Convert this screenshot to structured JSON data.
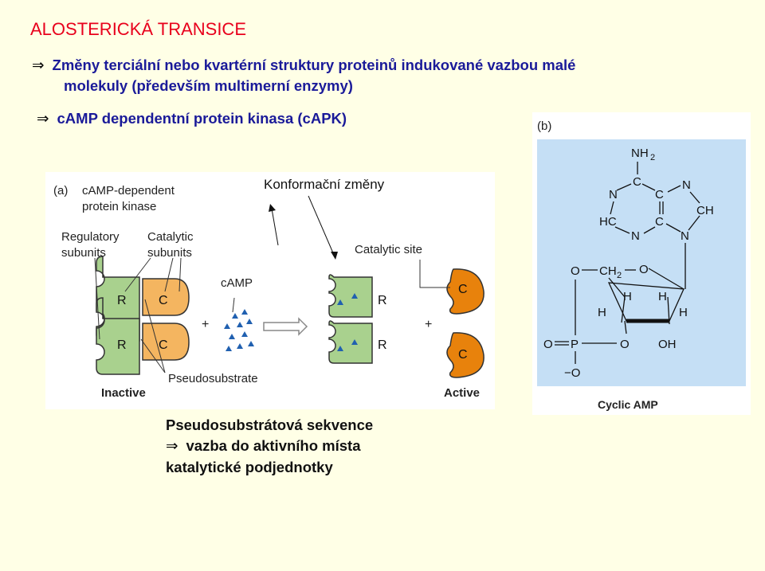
{
  "title": "ALOSTERICKÁ TRANSICE",
  "bullets": [
    {
      "line1": "Změny terciální nebo kvartérní struktury proteinů indukované vazbou malé",
      "line2": "molekuly (především multimerní enzymy)"
    },
    {
      "line1": "cAMP dependentní protein kinasa  (cAPK)"
    }
  ],
  "arrow_symbol": "⇒",
  "overlay_title": "Konformační změny",
  "panel_a": {
    "label": "(a)",
    "enzyme_name_1": "cAMP-dependent",
    "enzyme_name_2": "protein kinase",
    "regulatory_1": "Regulatory",
    "regulatory_2": "subunits",
    "catalytic_1": "Catalytic",
    "catalytic_2": "subunits",
    "camp": "cAMP",
    "catalytic_site": "Catalytic site",
    "pseudosubstrate": "Pseudosubstrate",
    "inactive": "Inactive",
    "active": "Active",
    "r": "R",
    "c": "C",
    "plus": "+",
    "colors": {
      "regulatory": "#a9d18e",
      "catalytic_inactive": "#f4b560",
      "catalytic_active": "#e8820c",
      "camp": "#2060b0"
    }
  },
  "panel_b": {
    "label": "(b)",
    "caption": "Cyclic AMP",
    "background": "#c5dff5"
  },
  "bottom": {
    "line1": "Pseudosubstrátová sekvence",
    "line2": "vazba do aktivního místa",
    "line3": "katalytické podjednotky"
  }
}
